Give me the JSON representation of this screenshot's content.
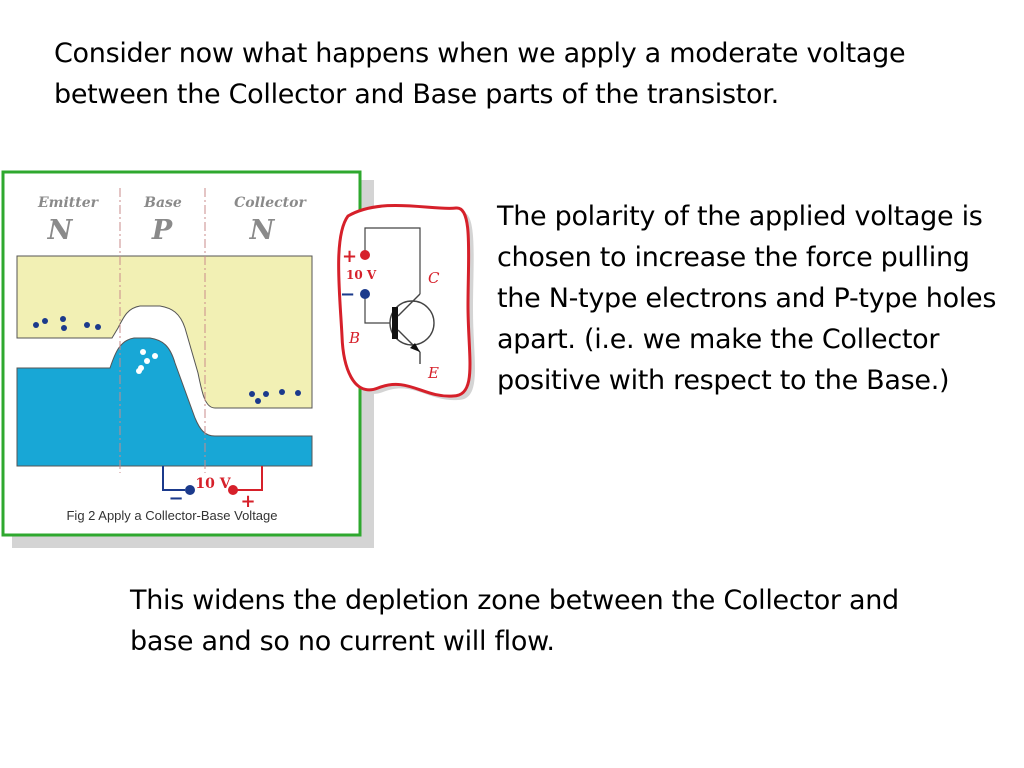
{
  "slide": {
    "intro_text": "Consider now what happens when we apply a moderate voltage between the Collector and Base parts of the transistor.",
    "polarity_text": "The polarity of the applied voltage is chosen to increase the force pulling the N-type electrons and P-type holes apart. (i.e. we make the Collector positive with respect to the Base.)",
    "conclusion_text": "This widens the depletion zone between the Collector and base and so no current will flow."
  },
  "figure": {
    "caption": "Fig 2 Apply a Collector-Base Voltage",
    "regions": [
      {
        "name": "Emitter",
        "type": "N"
      },
      {
        "name": "Base",
        "type": "P"
      },
      {
        "name": "Collector",
        "type": "N"
      }
    ],
    "supply_label": "10 V",
    "minus_sign": "−",
    "plus_sign": "+",
    "colors": {
      "frame_green": "#2ea82e",
      "conduction_band": "#f2f0b4",
      "valence_band": "#18a7d6",
      "electron_blue": "#1b3a8c",
      "positive_red": "#d6202a",
      "label_gray": "#8a8a8a"
    }
  },
  "inset": {
    "supply_label": "10 V",
    "plus_sign": "+",
    "minus_sign": "−",
    "collector_label": "C",
    "base_label": "B",
    "emitter_label": "E",
    "colors": {
      "outline_red": "#d6202a"
    }
  }
}
